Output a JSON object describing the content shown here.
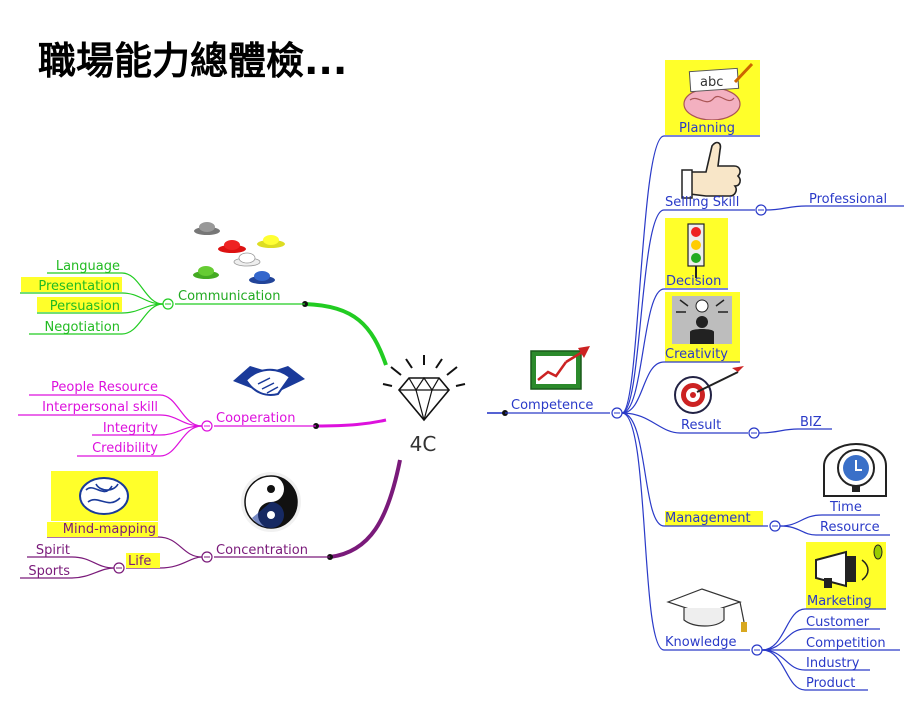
{
  "title": "職場能力總體檢...",
  "center": {
    "label": "4C"
  },
  "colors": {
    "communication": "#22cc22",
    "cooperation": "#dd11dd",
    "concentration": "#7a1a7a",
    "competence": "#2a3ac8",
    "highlight": "#ffff2a"
  },
  "left": {
    "communication": {
      "label": "Communication",
      "icon": "colored-hats-icon",
      "items": [
        "Language",
        "Presentation",
        "Persuasion",
        "Negotiation"
      ],
      "highlighted": [
        "Presentation",
        "Persuasion"
      ]
    },
    "cooperation": {
      "label": "Cooperation",
      "icon": "handshake-icon",
      "items": [
        "People Resource",
        "Interpersonal skill",
        "Integrity",
        "Credibility"
      ]
    },
    "concentration": {
      "label": "Concentration",
      "icon": "yin-yang-icon",
      "mindmapping": {
        "label": "Mind-mapping",
        "icon": "brain-icon"
      },
      "life": {
        "label": "Life",
        "items": [
          "Spirit",
          "Sports"
        ]
      }
    }
  },
  "right": {
    "competence": {
      "label": "Competence",
      "icon": "growth-chart-icon"
    },
    "planning": {
      "label": "Planning",
      "icon": "thinking-brain-icon",
      "badge": "abc"
    },
    "selling": {
      "label": "Selling Skill",
      "icon": "thumbs-up-icon",
      "items": [
        "Professional"
      ]
    },
    "decision": {
      "label": "Decision",
      "icon": "traffic-light-icon"
    },
    "creativity": {
      "label": "Creativity",
      "icon": "idea-person-icon"
    },
    "result": {
      "label": "Result",
      "icon": "target-icon",
      "items": [
        "BIZ"
      ]
    },
    "management": {
      "label": "Management",
      "icon": "clock-icon",
      "items": [
        "Time",
        "Resource"
      ]
    },
    "knowledge": {
      "label": "Knowledge",
      "icon": "graduation-cap-icon",
      "marketing": {
        "label": "Marketing",
        "icon": "megaphone-icon"
      },
      "items": [
        "Customer",
        "Competition",
        "Industry",
        "Product"
      ]
    }
  }
}
